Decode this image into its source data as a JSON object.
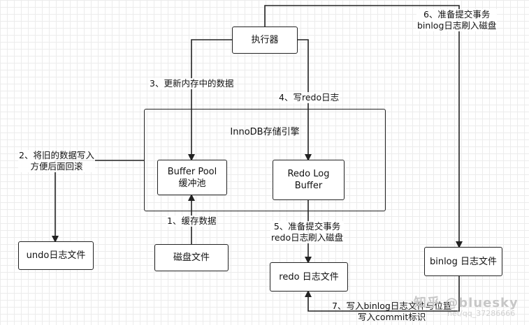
{
  "nodes": {
    "executor": "执行器",
    "innodb": "InnoDB存储引擎",
    "buffer_pool": [
      "Buffer Pool",
      "缓冲池"
    ],
    "redo_log_buffer": [
      "Redo Log",
      "Buffer"
    ],
    "undo_file": "undo日志文件",
    "disk_file": "磁盘文件",
    "redo_file": "redo 日志文件",
    "binlog_file": "binlog 日志文件"
  },
  "steps": {
    "s1": "1、缓存数据",
    "s2": [
      "2、将旧的数据写入",
      "方便后面回滚"
    ],
    "s3": "3、更新内存中的数据",
    "s4": "4、写redo日志",
    "s5": [
      "5、准备提交事务",
      "redo日志刷入磁盘"
    ],
    "s6": [
      "6、准备提交事务",
      "binlog日志刷入磁盘"
    ],
    "s7": [
      "7、写入binlog日志文件与位置",
      "写入commit标识"
    ]
  },
  "watermark": {
    "main": "知乎 @bluesky",
    "sub": "net/qq_37286666"
  }
}
